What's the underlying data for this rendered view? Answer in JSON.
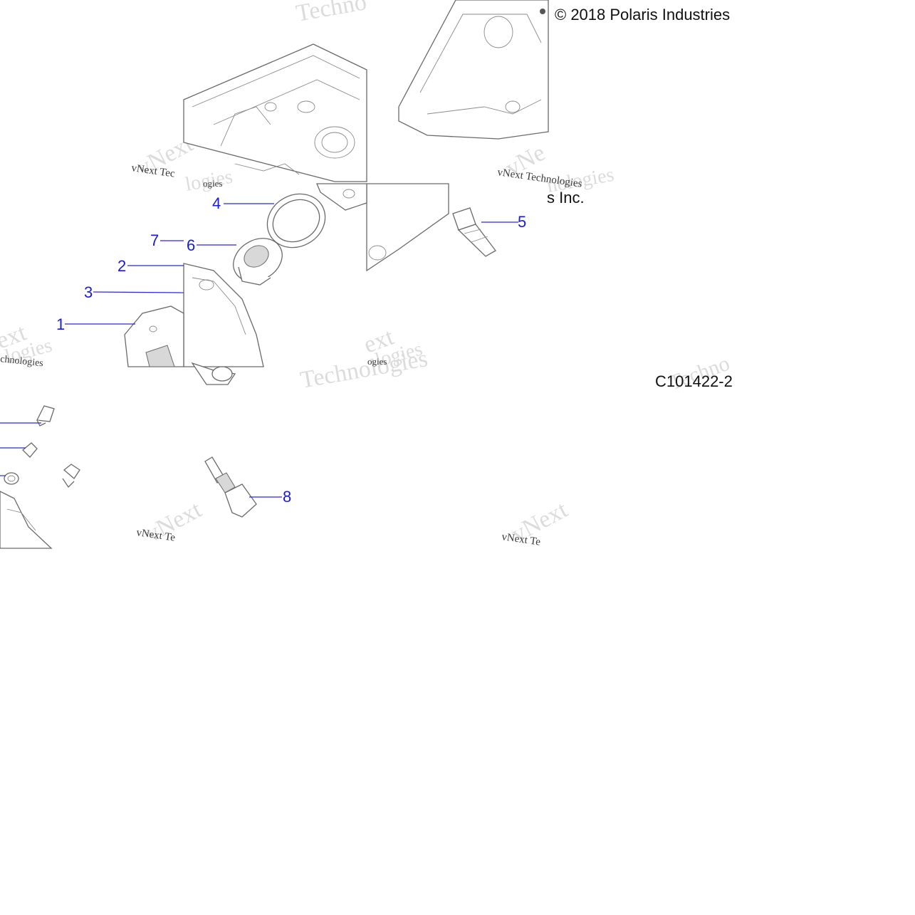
{
  "copyright": "© 2018 Polaris Industries",
  "copyright_fragment": "s Inc.",
  "figure_code": "C101422-2",
  "watermarks": {
    "small": "vNext Technologies",
    "large_a": "Technologies",
    "large_b": "vNext",
    "partial_ext": "ext",
    "partial_hnologies": "chnologies",
    "partial_logies": "logies",
    "partial_ogies": "ogies",
    "partial_vnext_te": "vNext Te",
    "partial_vnext_tec": "vNext Tec",
    "partial_ologies": "nologies",
    "partial_techno": "Techno",
    "partial_vne": "vNe"
  },
  "callouts": {
    "c1": "1",
    "c2": "2",
    "c3": "3",
    "c4": "4",
    "c5": "5",
    "c6": "6",
    "c7": "7",
    "c8": "8"
  },
  "colors": {
    "callout": "#1a1adc",
    "line_art": "#6a6a6a",
    "watermark": "#dcdcdc",
    "background": "#ffffff"
  }
}
